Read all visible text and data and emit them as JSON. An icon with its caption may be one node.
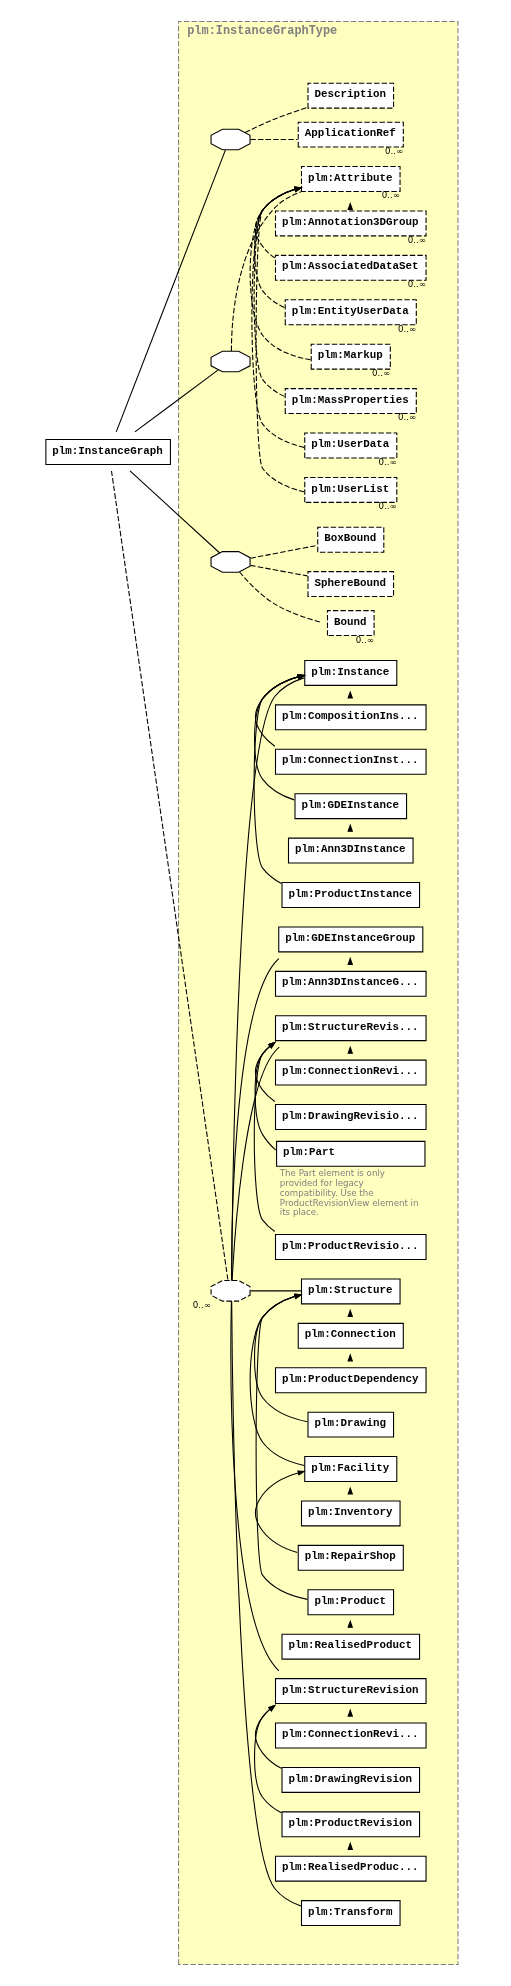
{
  "diagram": {
    "nodes": [
      {
        "text": [
          "plm:InstanceGraph"
        ]
      },
      {
        "text": [
          "plm:InstanceGraphType"
        ]
      },
      {
        "text": [],
        "shape": "octagon",
        "in": 1
      },
      {
        "text": [
          "Description"
        ],
        "in": 1
      },
      {
        "text": [
          "ApplicationRef"
        ],
        "in": 1,
        "beside": [
          "0..∞"
        ]
      },
      {
        "text": [],
        "shape": "octagon",
        "in": 1
      },
      {
        "text": [
          "plm:Attribute"
        ],
        "in": 1,
        "beside": [
          "0..∞"
        ]
      },
      {
        "text": [
          "plm:Annotation3DGroup"
        ],
        "in": 1,
        "beside": [
          "0..∞"
        ]
      },
      {
        "text": [
          "plm:AssociatedDataSet"
        ],
        "in": 1,
        "beside": [
          "0..∞"
        ]
      },
      {
        "text": [
          "plm:EntityUserData"
        ],
        "in": 1,
        "beside": [
          "0..∞"
        ]
      },
      {
        "text": [
          "plm:Markup"
        ],
        "in": 1,
        "beside": [
          "0..∞"
        ]
      },
      {
        "text": [
          "plm:MassProperties"
        ],
        "in": 1,
        "beside": [
          "0..∞"
        ]
      },
      {
        "text": [
          "plm:UserData"
        ],
        "in": 1,
        "beside": [
          "0..∞"
        ]
      },
      {
        "text": [
          "plm:UserList"
        ],
        "in": 1,
        "beside": [
          "0..∞"
        ]
      },
      {
        "text": [],
        "shape": "octagon",
        "in": 1
      },
      {
        "text": [
          "BoxBound"
        ],
        "in": 1
      },
      {
        "text": [
          "SphereBound"
        ],
        "in": 1
      },
      {
        "text": [
          "Bound"
        ],
        "in": 1,
        "beside": [
          "0..∞"
        ]
      },
      {
        "text": [],
        "shape": "octagon",
        "in": 1,
        "beside": [
          "0..∞"
        ]
      },
      {
        "text": [
          "plm:Instance"
        ],
        "in": 1
      },
      {
        "text": [
          "plm:CompositionIns..."
        ],
        "in": 1
      },
      {
        "text": [
          "plm:ConnectionInst..."
        ],
        "in": 1
      },
      {
        "text": [
          "plm:GDEInstance"
        ],
        "in": 1
      },
      {
        "text": [
          "plm:Ann3DInstance"
        ],
        "in": 1
      },
      {
        "text": [
          "plm:ProductInstance"
        ],
        "in": 1
      },
      {
        "text": [
          "plm:GDEInstanceGroup"
        ],
        "in": 1
      },
      {
        "text": [
          "plm:Ann3DInstanceG..."
        ],
        "in": 1
      },
      {
        "text": [
          "plm:StructureRevis..."
        ],
        "in": 1
      },
      {
        "text": [
          "plm:ConnectionRevi..."
        ],
        "in": 1
      },
      {
        "text": [
          "plm:DrawingRevisio..."
        ],
        "in": 1
      },
      {
        "text": [
          "plm:Part"
        ],
        "in": 1,
        "beside": [
          "The Part element is only provided for legacy compatibility. Use the ProductRevisionView element in its place."
        ]
      },
      {
        "text": [
          "plm:ProductRevisio..."
        ],
        "in": 1
      },
      {
        "text": [
          "plm:Structure"
        ],
        "in": 1
      },
      {
        "text": [
          "plm:Connection"
        ],
        "in": 1
      },
      {
        "text": [
          "plm:ProductDependency"
        ],
        "in": 1
      },
      {
        "text": [
          "plm:Drawing"
        ],
        "in": 1
      },
      {
        "text": [
          "plm:Facility"
        ],
        "in": 1
      },
      {
        "text": [
          "plm:Inventory"
        ],
        "in": 1
      },
      {
        "text": [
          "plm:RepairShop"
        ],
        "in": 1
      },
      {
        "text": [
          "plm:Product"
        ],
        "in": 1
      },
      {
        "text": [
          "plm:RealisedProduct"
        ],
        "in": 1
      },
      {
        "text": [
          "plm:StructureRevision"
        ],
        "in": 1
      },
      {
        "text": [
          "plm:ConnectionRevi..."
        ],
        "in": 1
      },
      {
        "text": [
          "plm:DrawingRevision"
        ],
        "in": 1
      },
      {
        "text": [
          "plm:ProductRevision"
        ],
        "in": 1
      },
      {
        "text": [
          "plm:RealisedProduc..."
        ],
        "in": 1
      },
      {
        "text": [
          "plm:Transform"
        ],
        "in": 1
      }
    ],
    "edges": [
      {
        "from": 0,
        "to": 2,
        "arrow": "none"
      },
      {
        "from": 0,
        "to": 5,
        "arrow": "none"
      },
      {
        "from": 0,
        "to": 14,
        "arrow": "none"
      },
      {
        "from": 0,
        "to": 18,
        "arrow": "none",
        "style": "dashed"
      },
      {
        "from": 2,
        "to": 3,
        "arrow": "none",
        "style": "dashed"
      },
      {
        "from": 2,
        "to": 4,
        "arrow": "none",
        "style": "dashed"
      },
      {
        "from": 5,
        "to": 6,
        "arrow": "none",
        "style": "dashed"
      },
      {
        "from": 7,
        "to": 6,
        "arrow": "to",
        "style": "dashed"
      },
      {
        "from": 8,
        "to": 6,
        "arrow": "to",
        "style": "dashed"
      },
      {
        "from": 9,
        "to": 6,
        "arrow": "to",
        "style": "dashed"
      },
      {
        "from": 10,
        "to": 6,
        "arrow": "to",
        "style": "dashed"
      },
      {
        "from": 11,
        "to": 6,
        "arrow": "to",
        "style": "dashed"
      },
      {
        "from": 12,
        "to": 6,
        "arrow": "to",
        "style": "dashed"
      },
      {
        "from": 13,
        "to": 6,
        "arrow": "to",
        "style": "dashed"
      },
      {
        "from": 14,
        "to": 15,
        "arrow": "none",
        "style": "dashed"
      },
      {
        "from": 14,
        "to": 16,
        "arrow": "none",
        "style": "dashed"
      },
      {
        "from": 14,
        "to": 17,
        "arrow": "none",
        "style": "dashed"
      },
      {
        "from": 18,
        "to": 19,
        "arrow": "none"
      },
      {
        "from": 20,
        "to": 19,
        "arrow": "to"
      },
      {
        "from": 21,
        "to": 19,
        "arrow": "to"
      },
      {
        "from": 22,
        "to": 19,
        "arrow": "to"
      },
      {
        "from": 23,
        "to": 22,
        "arrow": "to"
      },
      {
        "from": 24,
        "to": 19,
        "arrow": "to"
      },
      {
        "from": 18,
        "to": 25,
        "arrow": "none"
      },
      {
        "from": 26,
        "to": 25,
        "arrow": "to"
      },
      {
        "from": 18,
        "to": 27,
        "arrow": "none"
      },
      {
        "from": 28,
        "to": 27,
        "arrow": "to"
      },
      {
        "from": 29,
        "to": 27,
        "arrow": "to"
      },
      {
        "from": 30,
        "to": 27,
        "arrow": "to"
      },
      {
        "from": 31,
        "to": 27,
        "arrow": "to"
      },
      {
        "from": 18,
        "to": 32,
        "arrow": "none"
      },
      {
        "from": 33,
        "to": 32,
        "arrow": "to"
      },
      {
        "from": 34,
        "to": 33,
        "arrow": "to"
      },
      {
        "from": 35,
        "to": 32,
        "arrow": "to"
      },
      {
        "from": 36,
        "to": 32,
        "arrow": "to"
      },
      {
        "from": 37,
        "to": 36,
        "arrow": "to"
      },
      {
        "from": 38,
        "to": 36,
        "arrow": "to"
      },
      {
        "from": 39,
        "to": 32,
        "arrow": "to"
      },
      {
        "from": 40,
        "to": 39,
        "arrow": "to"
      },
      {
        "from": 18,
        "to": 41,
        "arrow": "none"
      },
      {
        "from": 42,
        "to": 41,
        "arrow": "to"
      },
      {
        "from": 43,
        "to": 41,
        "arrow": "to"
      },
      {
        "from": 44,
        "to": 41,
        "arrow": "to"
      },
      {
        "from": 45,
        "to": 44,
        "arrow": "to"
      },
      {
        "from": 18,
        "to": 46,
        "arrow": "none"
      }
    ]
  }
}
